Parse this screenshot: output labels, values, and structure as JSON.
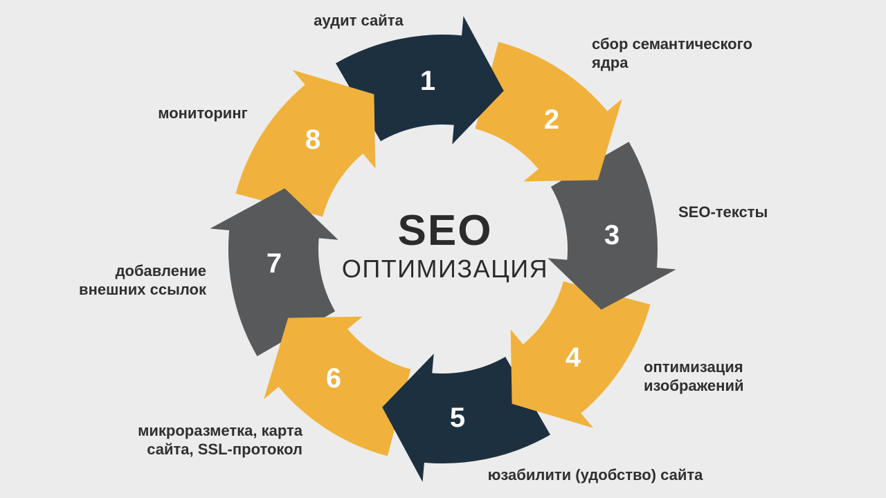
{
  "center": {
    "title": "SEO",
    "subtitle": "ОПТИМИЗАЦИЯ"
  },
  "steps": [
    {
      "num": "1",
      "label": "аудит сайта",
      "color": "#1d3040"
    },
    {
      "num": "2",
      "label": "сбор семантического ядра",
      "color": "#f0b23c"
    },
    {
      "num": "3",
      "label": "SEO-тексты",
      "color": "#58595b"
    },
    {
      "num": "4",
      "label": "оптимизация изображений",
      "color": "#f0b23c"
    },
    {
      "num": "5",
      "label": "юзабилити (удобство) сайта",
      "color": "#1d3040"
    },
    {
      "num": "6",
      "label": "микроразметка, карта сайта, SSL-протокол",
      "color": "#f0b23c"
    },
    {
      "num": "7",
      "label": "добавление внешних ссылок",
      "color": "#58595b"
    },
    {
      "num": "8",
      "label": "мониторинг",
      "color": "#f0b23c"
    }
  ],
  "colors": {
    "background": "#ececec",
    "navy": "#1d3040",
    "yellow": "#f0b23c",
    "gray": "#58595b",
    "number_text": "#ffffff",
    "label_text": "#2f2f2f"
  }
}
